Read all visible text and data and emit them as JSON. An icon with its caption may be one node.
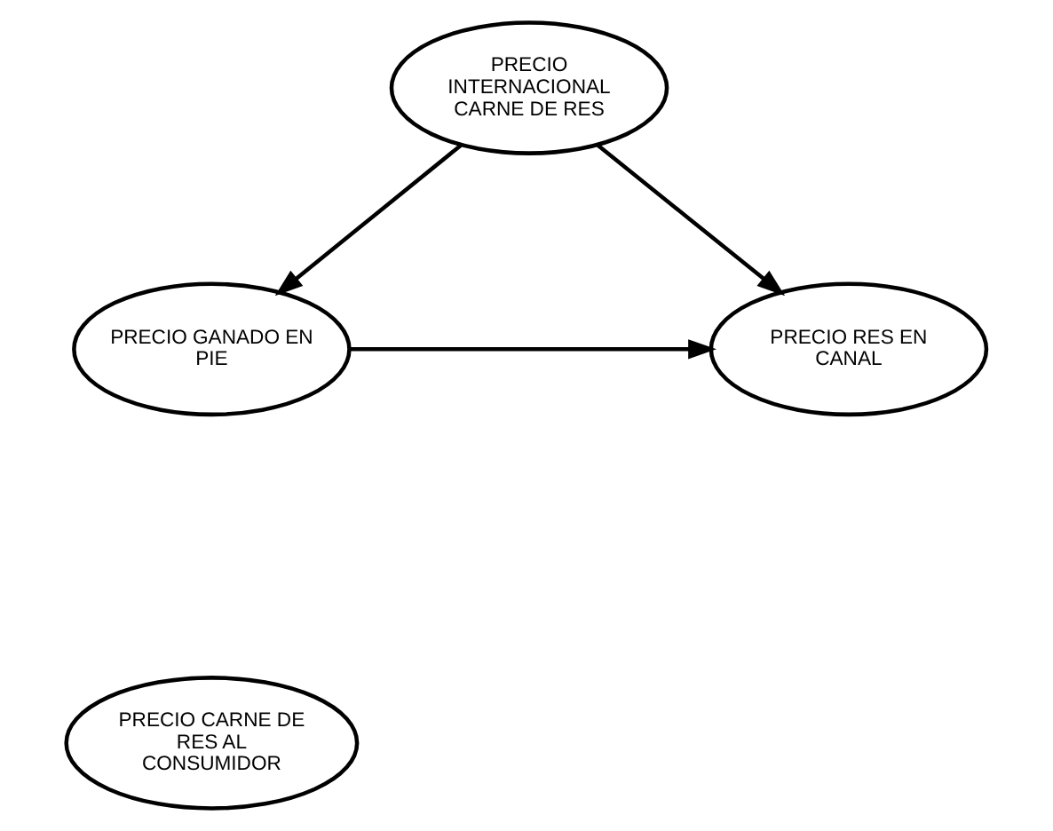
{
  "diagram": {
    "nodes": [
      {
        "text": [
          "PRECIO INTERNACIONAL CARNE DE RES"
        ]
      },
      {
        "text": [
          "PRECIO GANADO EN PIE"
        ]
      },
      {
        "text": [
          "PRECIO RES EN CANAL"
        ]
      },
      {
        "text": [
          "PRECIO CARNE DE RES AL CONSUMIDOR"
        ]
      }
    ],
    "edges": [
      {
        "from": 0,
        "to": 1,
        "arrow": "to"
      },
      {
        "from": 0,
        "to": 2,
        "arrow": "to"
      },
      {
        "from": 1,
        "to": 2,
        "arrow": "to"
      }
    ]
  }
}
